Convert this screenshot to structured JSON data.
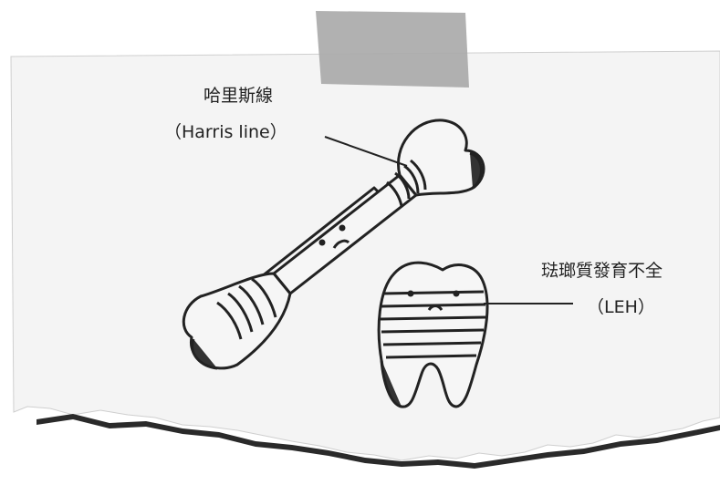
{
  "labels": {
    "harris_name": "哈里斯線",
    "harris_abbr": "（Harris line）",
    "leh_name": "琺瑯質發育不全",
    "leh_abbr": "（LEH）"
  }
}
